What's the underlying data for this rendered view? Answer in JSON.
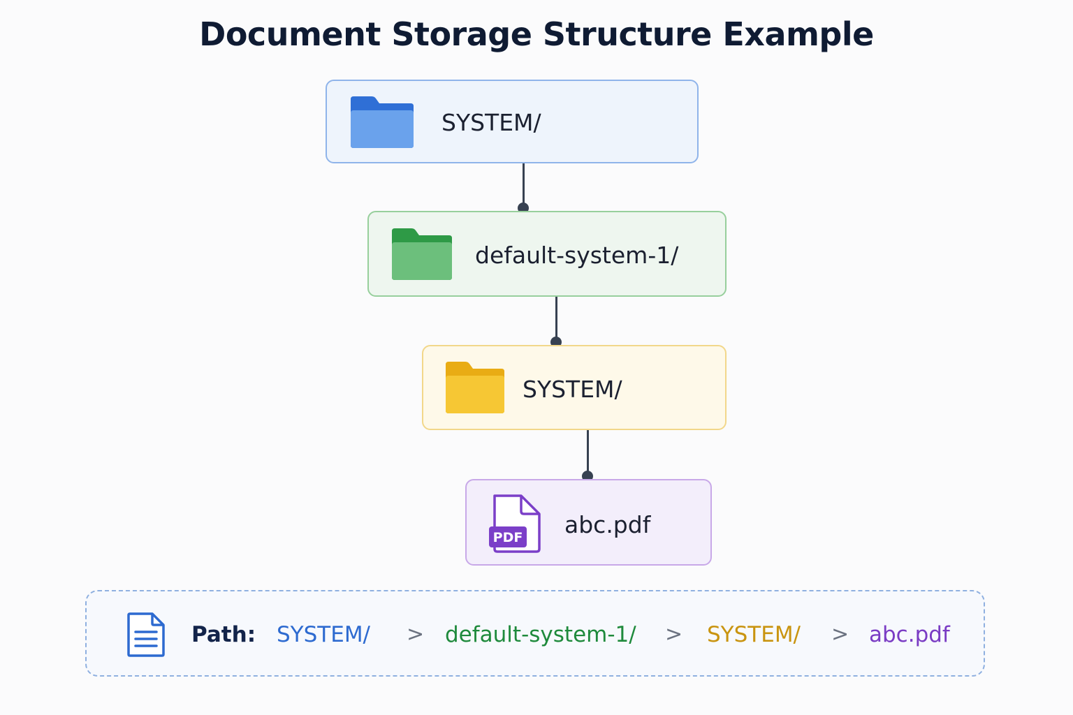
{
  "title": "Document Storage Structure Example",
  "nodes": [
    {
      "label": "SYSTEM/",
      "icon": "folder-icon",
      "color": "#2f6fd6"
    },
    {
      "label": "default-system-1/",
      "icon": "folder-icon",
      "color": "#2e9a46"
    },
    {
      "label": "SYSTEM/",
      "icon": "folder-icon",
      "color": "#e9ac14"
    },
    {
      "label": "abc.pdf",
      "icon": "pdf-file-icon",
      "badge": "PDF",
      "color": "#7b3fc8"
    }
  ],
  "path": {
    "label": "Path:",
    "icon": "document-icon",
    "separator": ">",
    "segments": [
      {
        "text": "SYSTEM/",
        "color": "#2d6ad0"
      },
      {
        "text": "default-system-1/",
        "color": "#1f8a3c"
      },
      {
        "text": "SYSTEM/",
        "color": "#c99410"
      },
      {
        "text": "abc.pdf",
        "color": "#7a3cc4"
      }
    ]
  }
}
